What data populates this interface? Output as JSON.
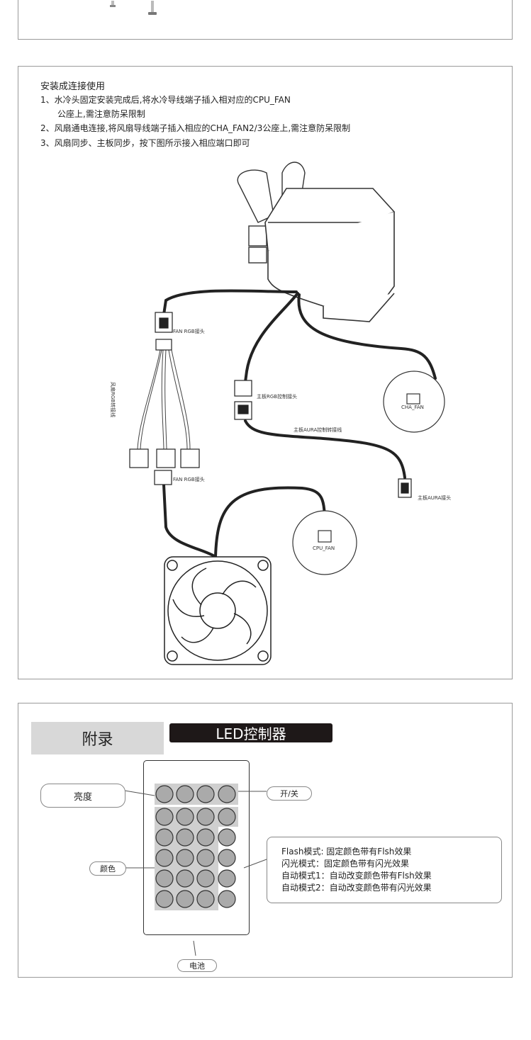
{
  "install": {
    "title": "安装成连接使用",
    "steps": [
      "1、水冷头固定安装完成后,将水冷导线端子插入相对应的CPU_FAN",
      "公座上,需注意防呆限制",
      "2、风扇通电连接,将风扇导线端子插入相应的CHA_FAN2/3公座上,需注意防呆限制",
      "3、风扇同步、主板同步，按下图所示接入相应端口即可"
    ]
  },
  "diagram_labels": {
    "fan_rgb_top": "FAN RGB接头",
    "fan_rgb_bottom": "FAN RGB接头",
    "splitter": "风扇RGB转接线",
    "board_rgb_ctrl": "主板RGB控制接头",
    "aura_cable": "主板AURA控制转接线",
    "aura_header": "主板AURA接头",
    "cha_fan": "CHA_FAN",
    "cpu_fan": "CPU_FAN"
  },
  "appendix": {
    "tag": "附录",
    "title": "LED控制器",
    "callouts": {
      "brightness": "亮度",
      "onoff": "开/关",
      "color": "颜色",
      "battery": "电池"
    },
    "modes": [
      "Flash模式: 固定颜色带有Flsh效果",
      "闪光模式：固定颜色带有闪光效果",
      "自动模式1：自动改变颜色带有Flsh效果",
      "自动模式2：自动改变颜色带有闪光效果"
    ]
  }
}
